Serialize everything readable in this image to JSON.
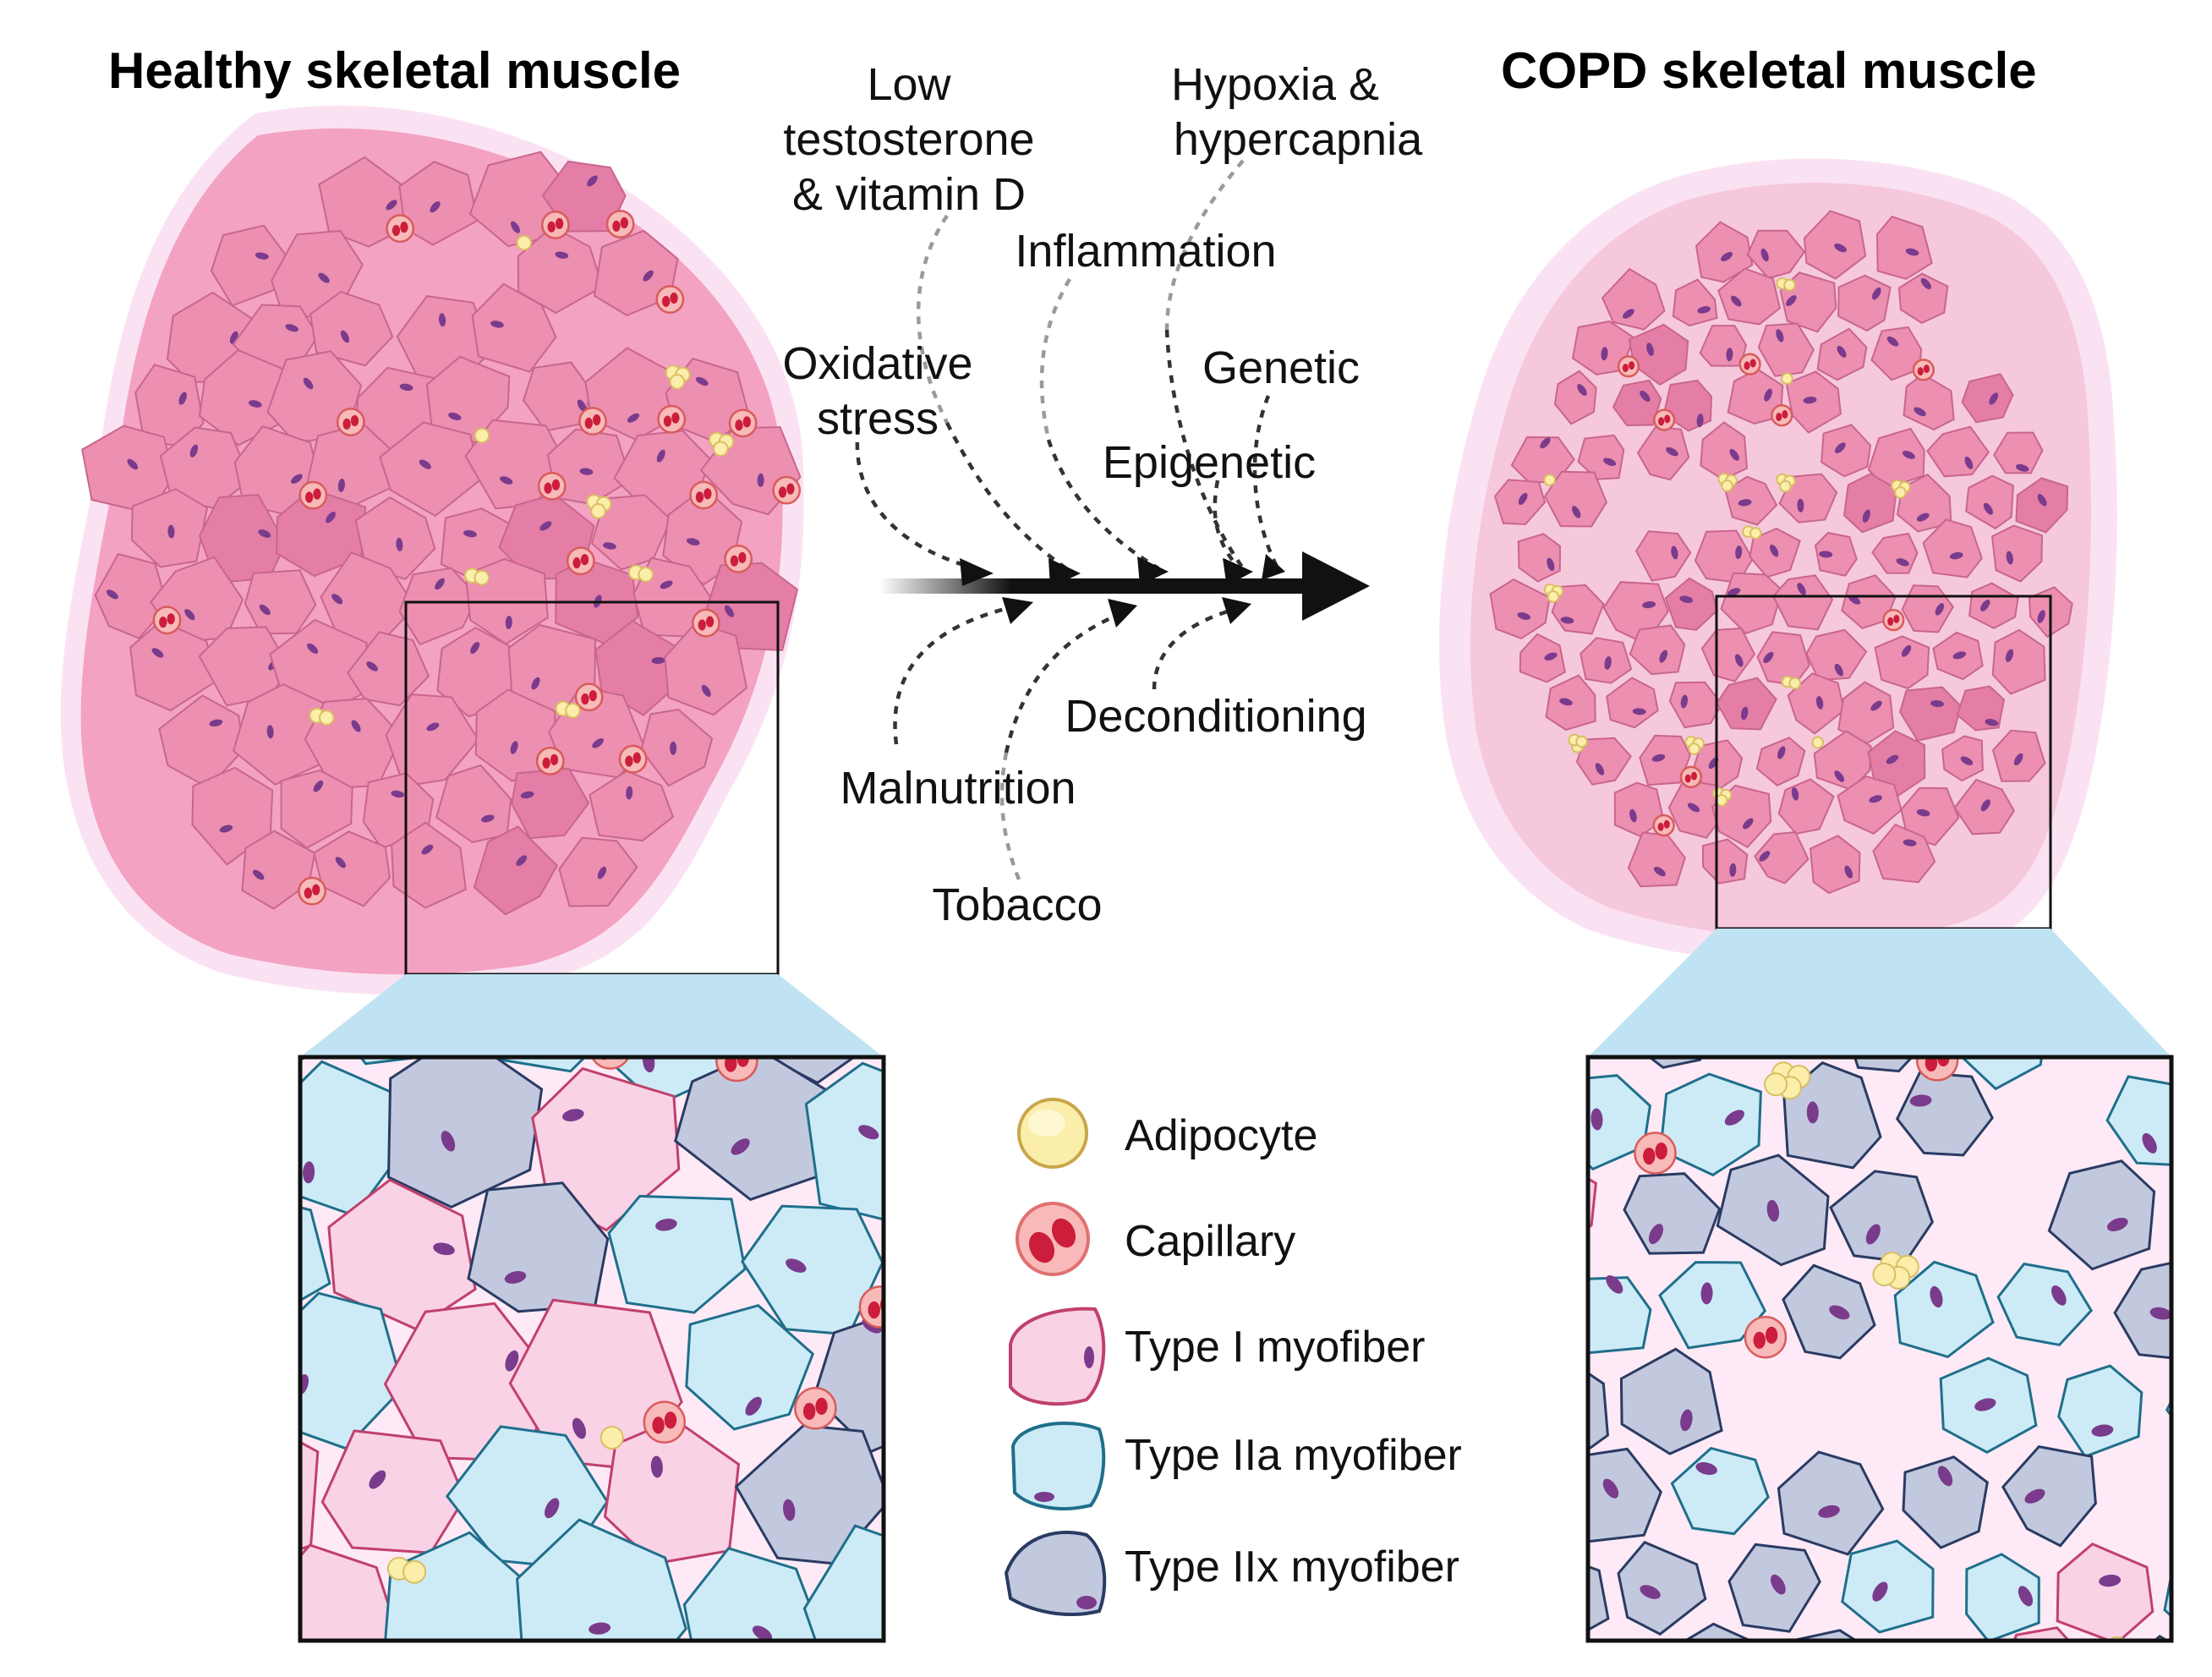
{
  "titles": {
    "healthy": "Healthy skeletal muscle",
    "copd": "COPD skeletal muscle"
  },
  "factors": {
    "low_testosterone_1": "Low",
    "low_testosterone_2": "testosterone",
    "low_testosterone_3": "& vitamin D",
    "hypoxia_1": "Hypoxia &",
    "hypoxia_2": "hypercapnia",
    "inflammation": "Inflammation",
    "oxidative_1": "Oxidative",
    "oxidative_2": "stress",
    "genetic": "Genetic",
    "epigenetic": "Epigenetic",
    "deconditioning": "Deconditioning",
    "malnutrition": "Malnutrition",
    "tobacco": "Tobacco"
  },
  "legend": [
    {
      "label": "Adipocyte",
      "icon": "adipocyte-icon"
    },
    {
      "label": "Capillary",
      "icon": "capillary-icon"
    },
    {
      "label": "Type I myofiber",
      "icon": "type-i-myofiber-icon"
    },
    {
      "label": "Type IIa myofiber",
      "icon": "type-iia-myofiber-icon"
    },
    {
      "label": "Type IIx myofiber",
      "icon": "type-iix-myofiber-icon"
    }
  ],
  "colors": {
    "muscle_fiber": "#ec8fb0",
    "muscle_halo": "#fbe2f3",
    "type_i": "#fad2e6",
    "type_i_stroke": "#c0406d",
    "type_iia": "#cdebf7",
    "type_iia_stroke": "#1f6f8b",
    "type_iix": "#c2c9de",
    "type_iix_stroke": "#2a3b63",
    "nucleus": "#7a3b8c",
    "capillary": "#f5a3a3",
    "capillary_core": "#cc1d3a",
    "adipocyte": "#fbeeaa",
    "zoom_band": "#bfe3f2",
    "arrow": "#111111"
  }
}
